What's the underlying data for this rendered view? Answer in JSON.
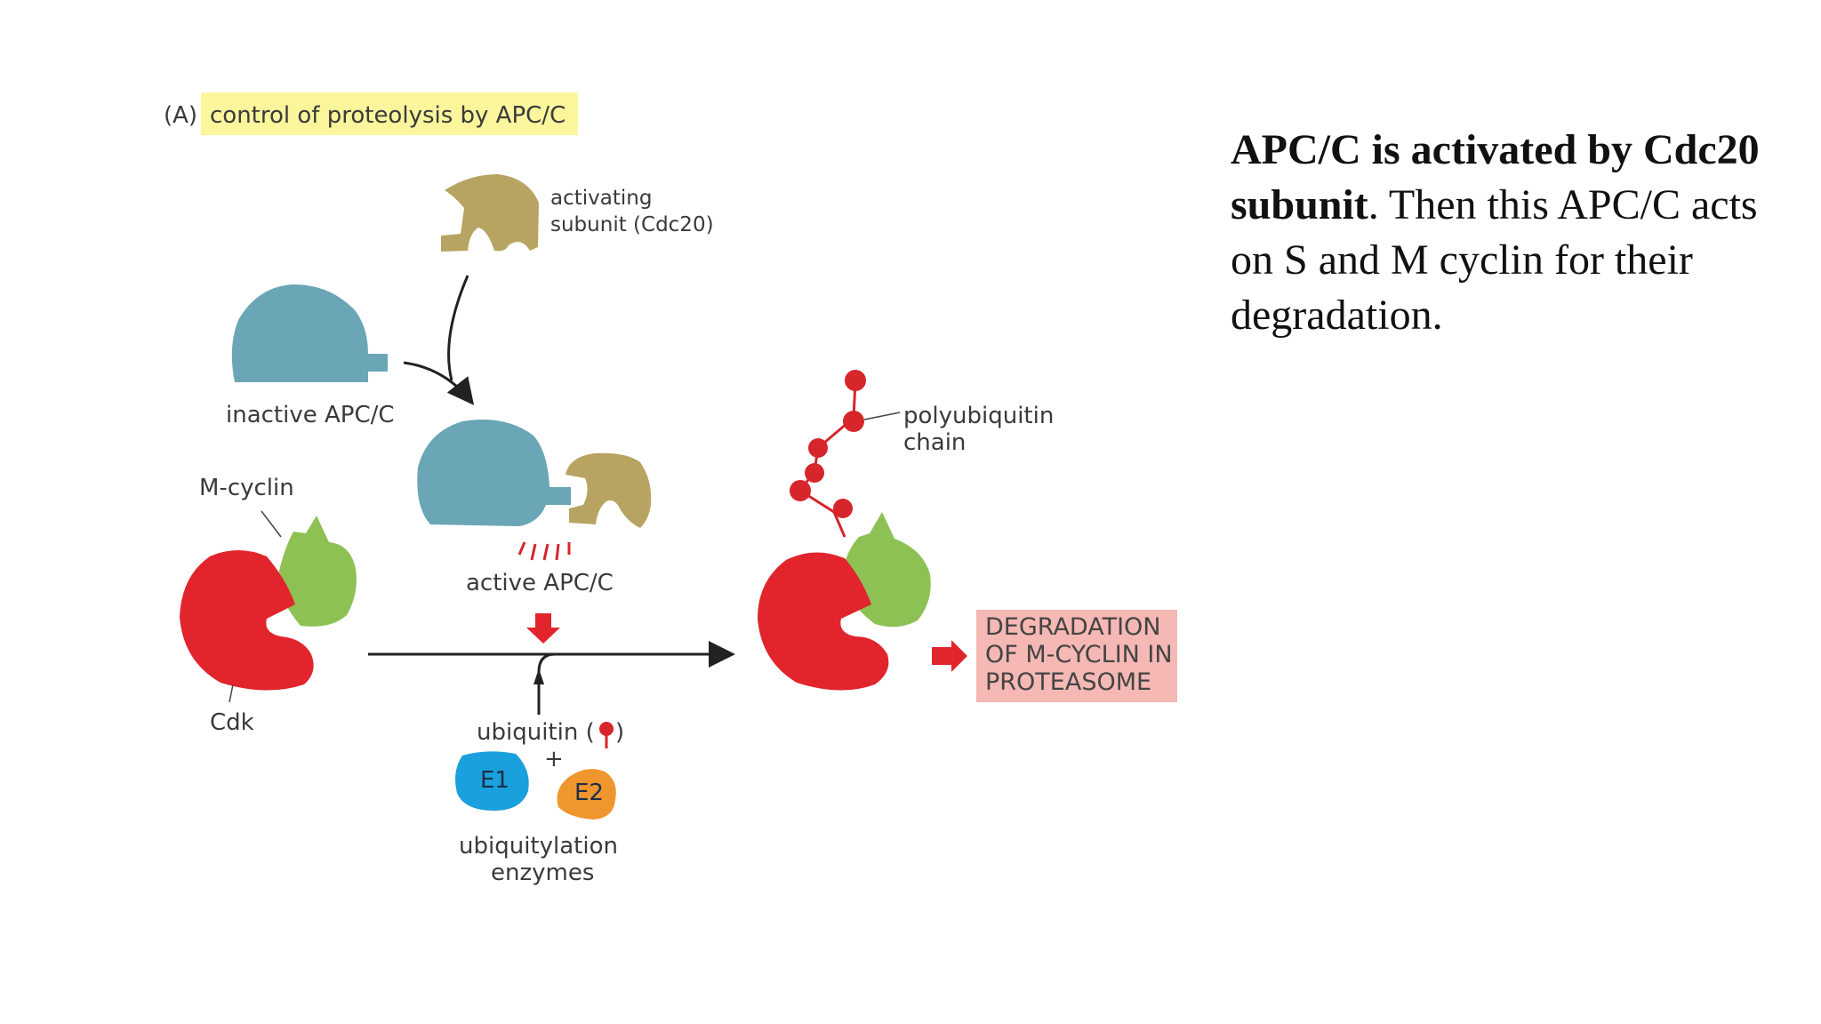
{
  "figure": {
    "panel_letter": "(A)",
    "panel_title": "control of proteolysis by APC/C",
    "activating_label": [
      "activating",
      "subunit (Cdc20)"
    ],
    "inactive_label": "inactive APC/C",
    "active_label": "active APC/C",
    "mcyclin_label": "M-cyclin",
    "cdk_label": "Cdk",
    "polyubiquitin_label": [
      "polyubiquitin",
      "chain"
    ],
    "ubiquitin_label": "ubiquitin (",
    "ubiquitin_label_end": ")",
    "plus": "+",
    "e1": "E1",
    "e2": "E2",
    "enzymes_label": [
      "ubiquitylation",
      "enzymes"
    ],
    "degradation_label": [
      "DEGRADATION",
      "OF M-CYCLIN IN",
      "PROTEASOME"
    ]
  },
  "text": {
    "bold": "APC/C is activated by Cdc20 subunit",
    "rest": ". Then this APC/C acts on S and M cyclin for their degradation."
  },
  "colors": {
    "apc_teal": "#6aa6b5",
    "cdc20_tan": "#b8a462",
    "cdk_red": "#e2242c",
    "cyclin_green": "#8dc154",
    "ubiquitin_red": "#d6252b",
    "e1_blue": "#1aa0dc",
    "e2_orange": "#f0962e",
    "highlight_yellow": "#fbf59c",
    "degradation_pink": "#f5b8b4"
  }
}
